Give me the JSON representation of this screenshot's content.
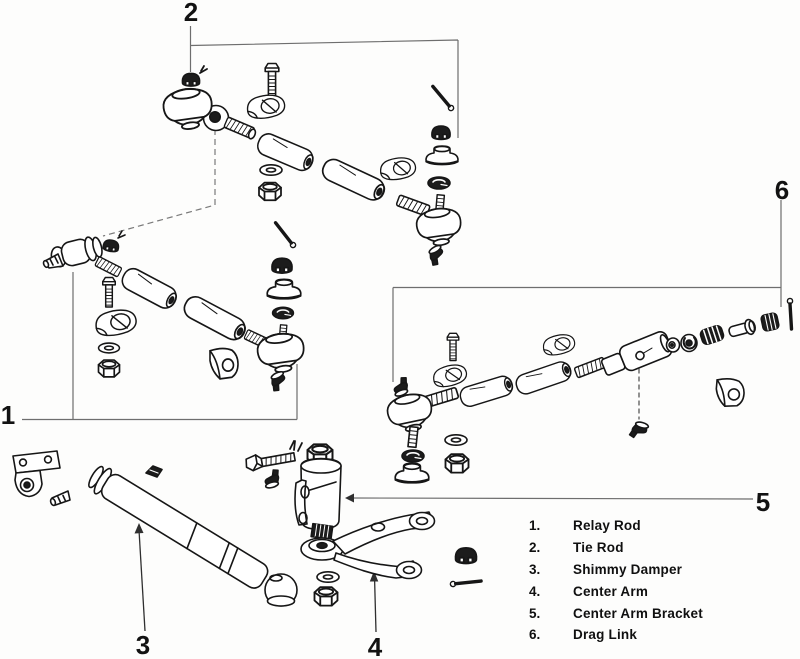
{
  "diagram": {
    "type": "exploded-parts-diagram",
    "subject": "Steering linkage components",
    "colors": {
      "background": "#fdfdfc",
      "line": "#161616",
      "leader": "#6e6e6e",
      "text": "#101010"
    },
    "callouts": [
      {
        "number": "1",
        "part": "Relay Rod"
      },
      {
        "number": "2",
        "part": "Tie Rod"
      },
      {
        "number": "3",
        "part": "Shimmy Damper"
      },
      {
        "number": "4",
        "part": "Center Arm"
      },
      {
        "number": "5",
        "part": "Center Arm Bracket"
      },
      {
        "number": "6",
        "part": "Drag Link"
      }
    ],
    "legend": {
      "items": [
        {
          "number": "1.",
          "label": "Relay Rod"
        },
        {
          "number": "2.",
          "label": "Tie Rod"
        },
        {
          "number": "3.",
          "label": "Shimmy Damper"
        },
        {
          "number": "4.",
          "label": "Center Arm"
        },
        {
          "number": "5.",
          "label": "Center Arm Bracket"
        },
        {
          "number": "6.",
          "label": "Drag Link"
        }
      ]
    }
  }
}
